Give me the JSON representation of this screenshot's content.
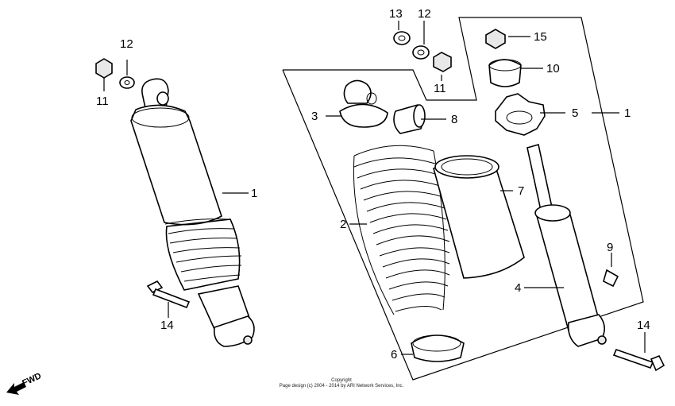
{
  "diagram": {
    "callouts": [
      {
        "id": "left-1",
        "text": "1"
      },
      {
        "id": "left-11",
        "text": "11"
      },
      {
        "id": "left-12",
        "text": "12"
      },
      {
        "id": "left-14",
        "text": "14"
      },
      {
        "id": "right-1",
        "text": "1"
      },
      {
        "id": "p2",
        "text": "2"
      },
      {
        "id": "p3",
        "text": "3"
      },
      {
        "id": "p4",
        "text": "4"
      },
      {
        "id": "p5",
        "text": "5"
      },
      {
        "id": "p6",
        "text": "6"
      },
      {
        "id": "p7",
        "text": "7"
      },
      {
        "id": "p8",
        "text": "8"
      },
      {
        "id": "p9",
        "text": "9"
      },
      {
        "id": "p10",
        "text": "10"
      },
      {
        "id": "p11",
        "text": "11"
      },
      {
        "id": "p12",
        "text": "12"
      },
      {
        "id": "p13",
        "text": "13"
      },
      {
        "id": "p14",
        "text": "14"
      },
      {
        "id": "p15",
        "text": "15"
      }
    ],
    "fwd_label": "FWD",
    "copyright_line1": "Copyright",
    "copyright_line2": "Page design (c) 2004 - 2014 by ARI Network Services, Inc."
  }
}
